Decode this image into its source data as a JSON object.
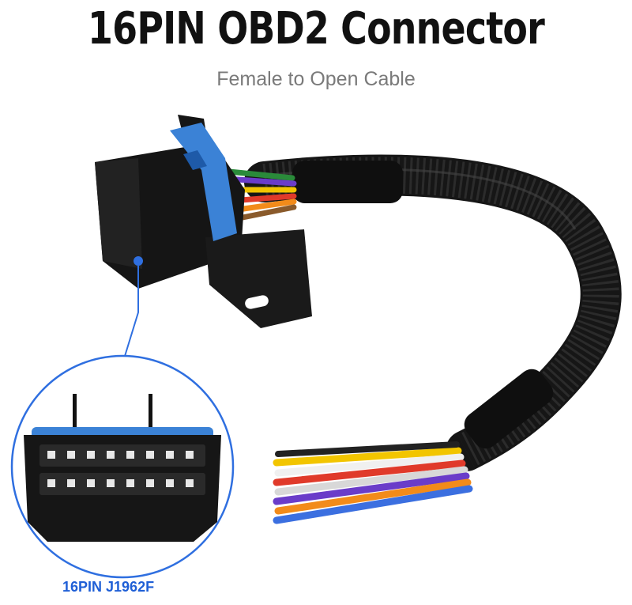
{
  "title": "16PIN OBD2 Connector",
  "subtitle": "Female to Open Cable",
  "callout_label": "16PIN J1962F",
  "colors": {
    "connector": "#151515",
    "clip": "#3b82d6",
    "callout": "#2f6fe0",
    "sleeve": "#1a1a1a"
  },
  "wire_colors": [
    "#f2c500",
    "#ffffff",
    "#e03a2a",
    "#6a3cc9",
    "#2a8a3a",
    "#f28b1a",
    "#8a5a2b",
    "#3b6fe0"
  ]
}
